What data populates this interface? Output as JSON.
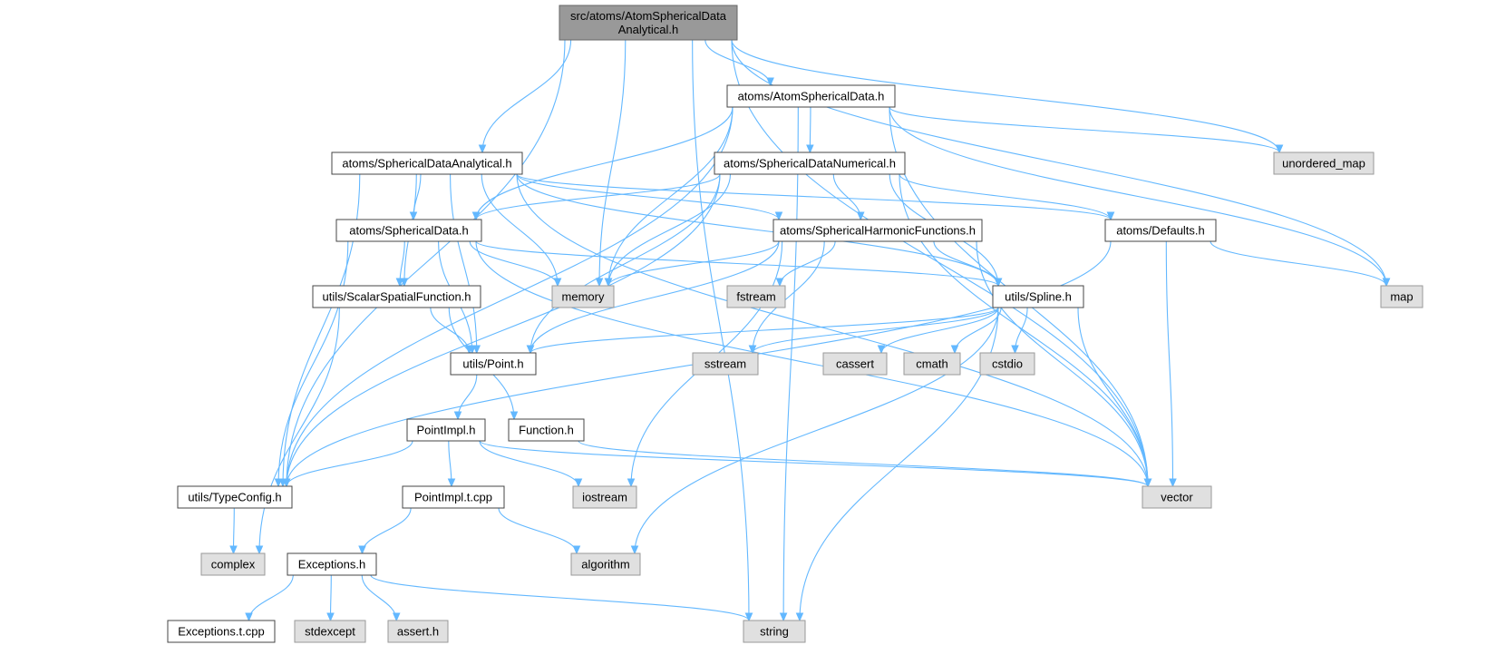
{
  "colors": {
    "edge": "#63b8ff",
    "root_fill": "#999999",
    "local_fill": "#ffffff",
    "system_fill": "#e0e0e0",
    "local_border": "#444444",
    "system_border": "#999999"
  },
  "nodes": [
    {
      "id": "root",
      "kind": "root",
      "lines": [
        "src/atoms/AtomSphericalData",
        "Analytical.h"
      ]
    },
    {
      "id": "atomsph",
      "kind": "local",
      "lines": [
        "atoms/AtomSphericalData.h"
      ]
    },
    {
      "id": "unordered_map",
      "kind": "system",
      "lines": [
        "unordered_map"
      ]
    },
    {
      "id": "sda",
      "kind": "local",
      "lines": [
        "atoms/SphericalDataAnalytical.h"
      ]
    },
    {
      "id": "sdn",
      "kind": "local",
      "lines": [
        "atoms/SphericalDataNumerical.h"
      ]
    },
    {
      "id": "sd",
      "kind": "local",
      "lines": [
        "atoms/SphericalData.h"
      ]
    },
    {
      "id": "shf",
      "kind": "local",
      "lines": [
        "atoms/SphericalHarmonicFunctions.h"
      ]
    },
    {
      "id": "defaults",
      "kind": "local",
      "lines": [
        "atoms/Defaults.h"
      ]
    },
    {
      "id": "map",
      "kind": "system",
      "lines": [
        "map"
      ]
    },
    {
      "id": "ssf",
      "kind": "local",
      "lines": [
        "utils/ScalarSpatialFunction.h"
      ]
    },
    {
      "id": "memory",
      "kind": "system",
      "lines": [
        "memory"
      ]
    },
    {
      "id": "fstream",
      "kind": "system",
      "lines": [
        "fstream"
      ]
    },
    {
      "id": "spline",
      "kind": "local",
      "lines": [
        "utils/Spline.h"
      ]
    },
    {
      "id": "point",
      "kind": "local",
      "lines": [
        "utils/Point.h"
      ]
    },
    {
      "id": "sstream",
      "kind": "system",
      "lines": [
        "sstream"
      ]
    },
    {
      "id": "cassert",
      "kind": "system",
      "lines": [
        "cassert"
      ]
    },
    {
      "id": "cmath",
      "kind": "system",
      "lines": [
        "cmath"
      ]
    },
    {
      "id": "cstdio",
      "kind": "system",
      "lines": [
        "cstdio"
      ]
    },
    {
      "id": "pointimpl",
      "kind": "local",
      "lines": [
        "PointImpl.h"
      ]
    },
    {
      "id": "function",
      "kind": "local",
      "lines": [
        "Function.h"
      ]
    },
    {
      "id": "typeconfig",
      "kind": "local",
      "lines": [
        "utils/TypeConfig.h"
      ]
    },
    {
      "id": "pointimplt",
      "kind": "local",
      "lines": [
        "PointImpl.t.cpp"
      ]
    },
    {
      "id": "iostream",
      "kind": "system",
      "lines": [
        "iostream"
      ]
    },
    {
      "id": "vector",
      "kind": "system",
      "lines": [
        "vector"
      ]
    },
    {
      "id": "complex",
      "kind": "system",
      "lines": [
        "complex"
      ]
    },
    {
      "id": "algorithm",
      "kind": "system",
      "lines": [
        "algorithm"
      ]
    },
    {
      "id": "exceptions",
      "kind": "local",
      "lines": [
        "Exceptions.h"
      ]
    },
    {
      "id": "exceptionst",
      "kind": "local",
      "lines": [
        "Exceptions.t.cpp"
      ]
    },
    {
      "id": "stdexcept",
      "kind": "system",
      "lines": [
        "stdexcept"
      ]
    },
    {
      "id": "asserth",
      "kind": "system",
      "lines": [
        "assert.h"
      ]
    },
    {
      "id": "string",
      "kind": "system",
      "lines": [
        "string"
      ]
    }
  ],
  "edges": [
    [
      "root",
      "atomsph"
    ],
    [
      "root",
      "sda"
    ],
    [
      "root",
      "memory"
    ],
    [
      "root",
      "unordered_map"
    ],
    [
      "root",
      "map"
    ],
    [
      "root",
      "vector"
    ],
    [
      "root",
      "typeconfig"
    ],
    [
      "root",
      "string"
    ],
    [
      "atomsph",
      "unordered_map"
    ],
    [
      "atomsph",
      "sdn"
    ],
    [
      "atomsph",
      "sd"
    ],
    [
      "atomsph",
      "memory"
    ],
    [
      "atomsph",
      "map"
    ],
    [
      "atomsph",
      "vector"
    ],
    [
      "atomsph",
      "typeconfig"
    ],
    [
      "atomsph",
      "string"
    ],
    [
      "sda",
      "sd"
    ],
    [
      "sda",
      "shf"
    ],
    [
      "sda",
      "defaults"
    ],
    [
      "sda",
      "spline"
    ],
    [
      "sda",
      "ssf"
    ],
    [
      "sda",
      "point"
    ],
    [
      "sda",
      "memory"
    ],
    [
      "sda",
      "vector"
    ],
    [
      "sda",
      "typeconfig"
    ],
    [
      "sdn",
      "sd"
    ],
    [
      "sdn",
      "shf"
    ],
    [
      "sdn",
      "defaults"
    ],
    [
      "sdn",
      "spline"
    ],
    [
      "sdn",
      "memory"
    ],
    [
      "sdn",
      "point"
    ],
    [
      "sdn",
      "vector"
    ],
    [
      "sdn",
      "typeconfig"
    ],
    [
      "sd",
      "ssf"
    ],
    [
      "sd",
      "point"
    ],
    [
      "sd",
      "spline"
    ],
    [
      "sd",
      "memory"
    ],
    [
      "sd",
      "vector"
    ],
    [
      "sd",
      "typeconfig"
    ],
    [
      "shf",
      "memory"
    ],
    [
      "shf",
      "fstream"
    ],
    [
      "shf",
      "spline"
    ],
    [
      "shf",
      "sstream"
    ],
    [
      "shf",
      "iostream"
    ],
    [
      "shf",
      "vector"
    ],
    [
      "shf",
      "point"
    ],
    [
      "defaults",
      "map"
    ],
    [
      "defaults",
      "vector"
    ],
    [
      "defaults",
      "typeconfig"
    ],
    [
      "ssf",
      "point"
    ],
    [
      "ssf",
      "function"
    ],
    [
      "ssf",
      "complex"
    ],
    [
      "spline",
      "point"
    ],
    [
      "spline",
      "sstream"
    ],
    [
      "spline",
      "cassert"
    ],
    [
      "spline",
      "cmath"
    ],
    [
      "spline",
      "cstdio"
    ],
    [
      "spline",
      "vector"
    ],
    [
      "spline",
      "algorithm"
    ],
    [
      "spline",
      "string"
    ],
    [
      "point",
      "pointimpl"
    ],
    [
      "pointimpl",
      "typeconfig"
    ],
    [
      "pointimpl",
      "pointimplt"
    ],
    [
      "pointimpl",
      "iostream"
    ],
    [
      "pointimpl",
      "vector"
    ],
    [
      "function",
      "vector"
    ],
    [
      "typeconfig",
      "complex"
    ],
    [
      "pointimplt",
      "exceptions"
    ],
    [
      "pointimplt",
      "algorithm"
    ],
    [
      "exceptions",
      "exceptionst"
    ],
    [
      "exceptions",
      "stdexcept"
    ],
    [
      "exceptions",
      "asserth"
    ],
    [
      "exceptions",
      "string"
    ]
  ]
}
